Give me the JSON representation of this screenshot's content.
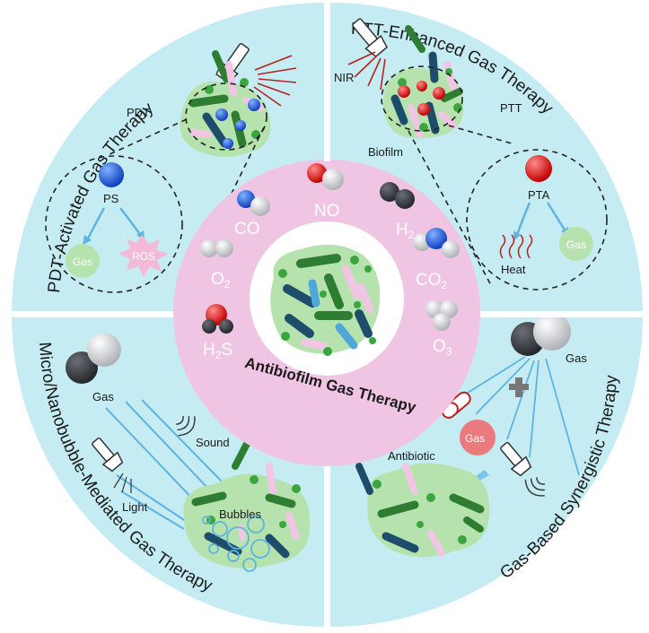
{
  "diagram": {
    "quadrant_titles": {
      "top_left": "PDT-Activated Gas Therapy",
      "top_right": "PTT-Enhanced Gas Therapy",
      "bottom_left": "Micro/Nanobubble-Mediated Gas Therapy",
      "bottom_right": "Gas-Based Synergistic Therapy"
    },
    "center_title": "Antibiofilm Gas Therapy",
    "gases": {
      "co": "CO",
      "no": "NO",
      "h2_base": "H",
      "h2_sub": "2",
      "co2_base": "CO",
      "co2_sub": "2",
      "o2_base": "O",
      "o2_sub": "2",
      "h2s_base": "H",
      "h2s_sub": "2",
      "h2s_tail": "S",
      "o3_base": "O",
      "o3_sub": "3"
    },
    "top_left": {
      "pdt": "PDT",
      "ps": "PS",
      "gas": "Gas",
      "ros": "ROS"
    },
    "top_right": {
      "nir": "NIR",
      "ptt": "PTT",
      "biofilm": "Biofilm",
      "pta": "PTA",
      "heat": "Heat",
      "gas": "Gas"
    },
    "bottom_left": {
      "gas": "Gas",
      "sound": "Sound",
      "light": "Light",
      "bubbles": "Bubbles"
    },
    "bottom_right": {
      "gas": "Gas",
      "gas_capsule": "Gas",
      "antibiotic": "Antibiotic"
    },
    "colors": {
      "quadrant_bg": "#c5ecf3",
      "ring_pink": "#f0c5e3",
      "biofilm_green": "#b6e3ad",
      "rod_dark_green": "#2f7d32",
      "rod_navy": "#1d4d6b",
      "rod_pink": "#f1c6e4",
      "dot_green": "#3aa63f",
      "ps_blue": "#1b55d8",
      "pta_red": "#e21b1b",
      "arrow_blue": "#5fb3e0"
    }
  }
}
